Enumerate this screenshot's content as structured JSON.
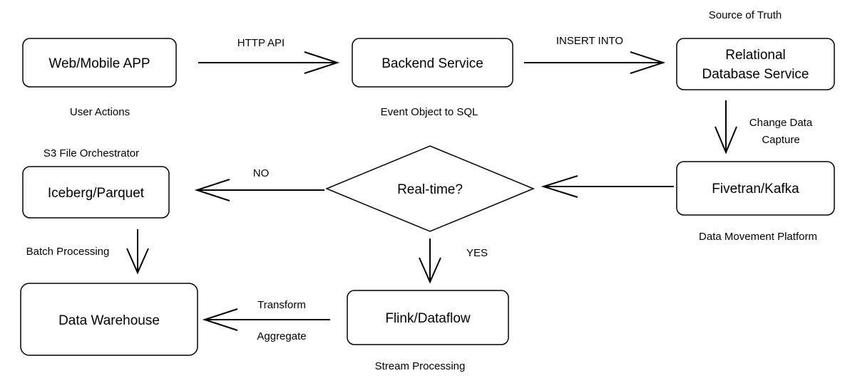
{
  "nodes": {
    "web_app": "Web/Mobile APP",
    "backend": "Backend Service",
    "rds_line1": "Relational",
    "rds_line2": "Database Service",
    "fivetran": "Fivetran/Kafka",
    "decision": "Real-time?",
    "iceberg": "Iceberg/Parquet",
    "warehouse": "Data Warehouse",
    "flink": "Flink/Dataflow"
  },
  "captions": {
    "user_actions": "User Actions",
    "event_object": "Event Object to SQL",
    "source_of_truth": "Source of Truth",
    "change_data_1": "Change Data",
    "change_data_2": "Capture",
    "data_movement": "Data Movement Platform",
    "s3_orchestrator": "S3 File Orchestrator",
    "batch_processing": "Batch Processing",
    "stream_processing": "Stream Processing"
  },
  "edges": {
    "http_api": "HTTP API",
    "insert_into": "INSERT INTO",
    "no": "NO",
    "yes": "YES",
    "transform": "Transform",
    "aggregate": "Aggregate"
  }
}
